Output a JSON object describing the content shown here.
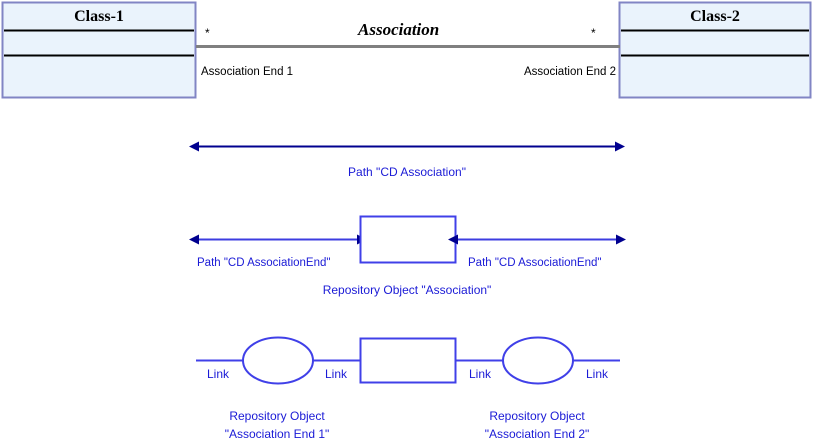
{
  "diagram": {
    "title_row": {
      "left_class": {
        "name": "Class-1"
      },
      "right_class": {
        "name": "Class-2"
      },
      "association_name": "Association",
      "left_multiplicity": "*",
      "right_multiplicity": "*",
      "left_end_label": "Association End 1",
      "right_end_label": "Association End 2"
    },
    "row_path": {
      "label": "Path \"CD Association\""
    },
    "row_assoc_end": {
      "left_label": "Path \"CD AssociationEnd\"",
      "right_label": "Path \"CD AssociationEnd\"",
      "object_label": "Repository Object \"Association\""
    },
    "row_links": {
      "link_1": "Link",
      "link_2": "Link",
      "link_3": "Link",
      "link_4": "Link",
      "left_object_line_1": "Repository Object",
      "left_object_line_2": "\"Association End 1\"",
      "right_object_line_1": "Repository Object",
      "right_object_line_2": "\"Association End 2\""
    }
  },
  "colors": {
    "class_fill": "#eaf3fc",
    "class_border": "#8185c4",
    "class_divider": "#000000",
    "assoc_line": "#808080",
    "blue_dark": "#00008f",
    "blue_mid": "#4040e8",
    "blue_text": "#1a1ad6",
    "black": "#000000"
  }
}
